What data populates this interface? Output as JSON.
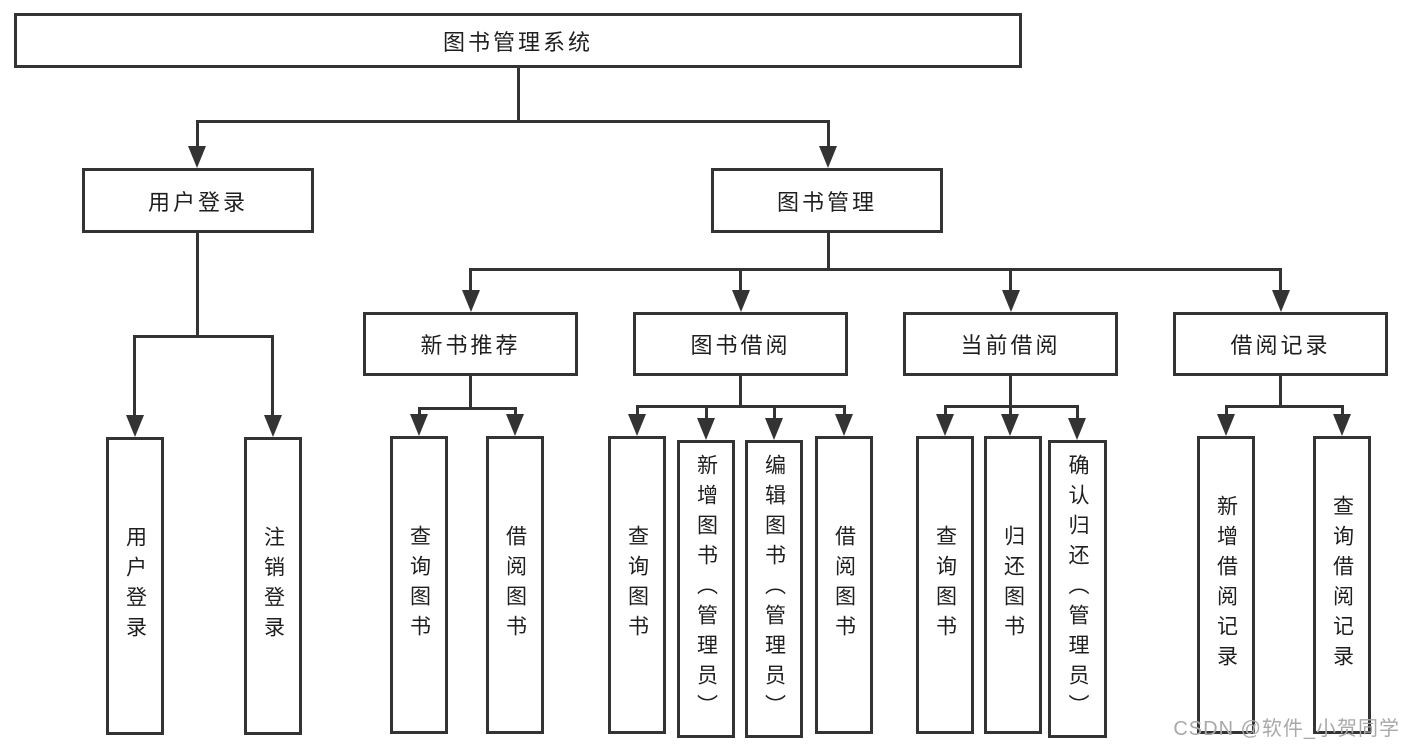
{
  "diagram": {
    "root": "图书管理系统",
    "level2": {
      "login": "用户登录",
      "management": "图书管理"
    },
    "level3": {
      "new_books": "新书推荐",
      "borrowing": "图书借阅",
      "current": "当前借阅",
      "records": "借阅记录"
    },
    "leaves": {
      "login": [
        "用户登录",
        "注销登录"
      ],
      "new_books": [
        "查询图书",
        "借阅图书"
      ],
      "borrowing": [
        "查询图书",
        "新增图书（管理员）",
        "编辑图书（管理员）",
        "借阅图书"
      ],
      "current": [
        "查询图书",
        "归还图书",
        "确认归还（管理员）"
      ],
      "records": [
        "新增借阅记录",
        "查询借阅记录"
      ]
    }
  },
  "watermark": {
    "text": "CSDN @软件_小贺同学"
  },
  "appearance": {
    "line_color": "#333333",
    "text_color": "#1f1f1f",
    "watermark_color": "#a9a9a9",
    "background": "#ffffff"
  }
}
